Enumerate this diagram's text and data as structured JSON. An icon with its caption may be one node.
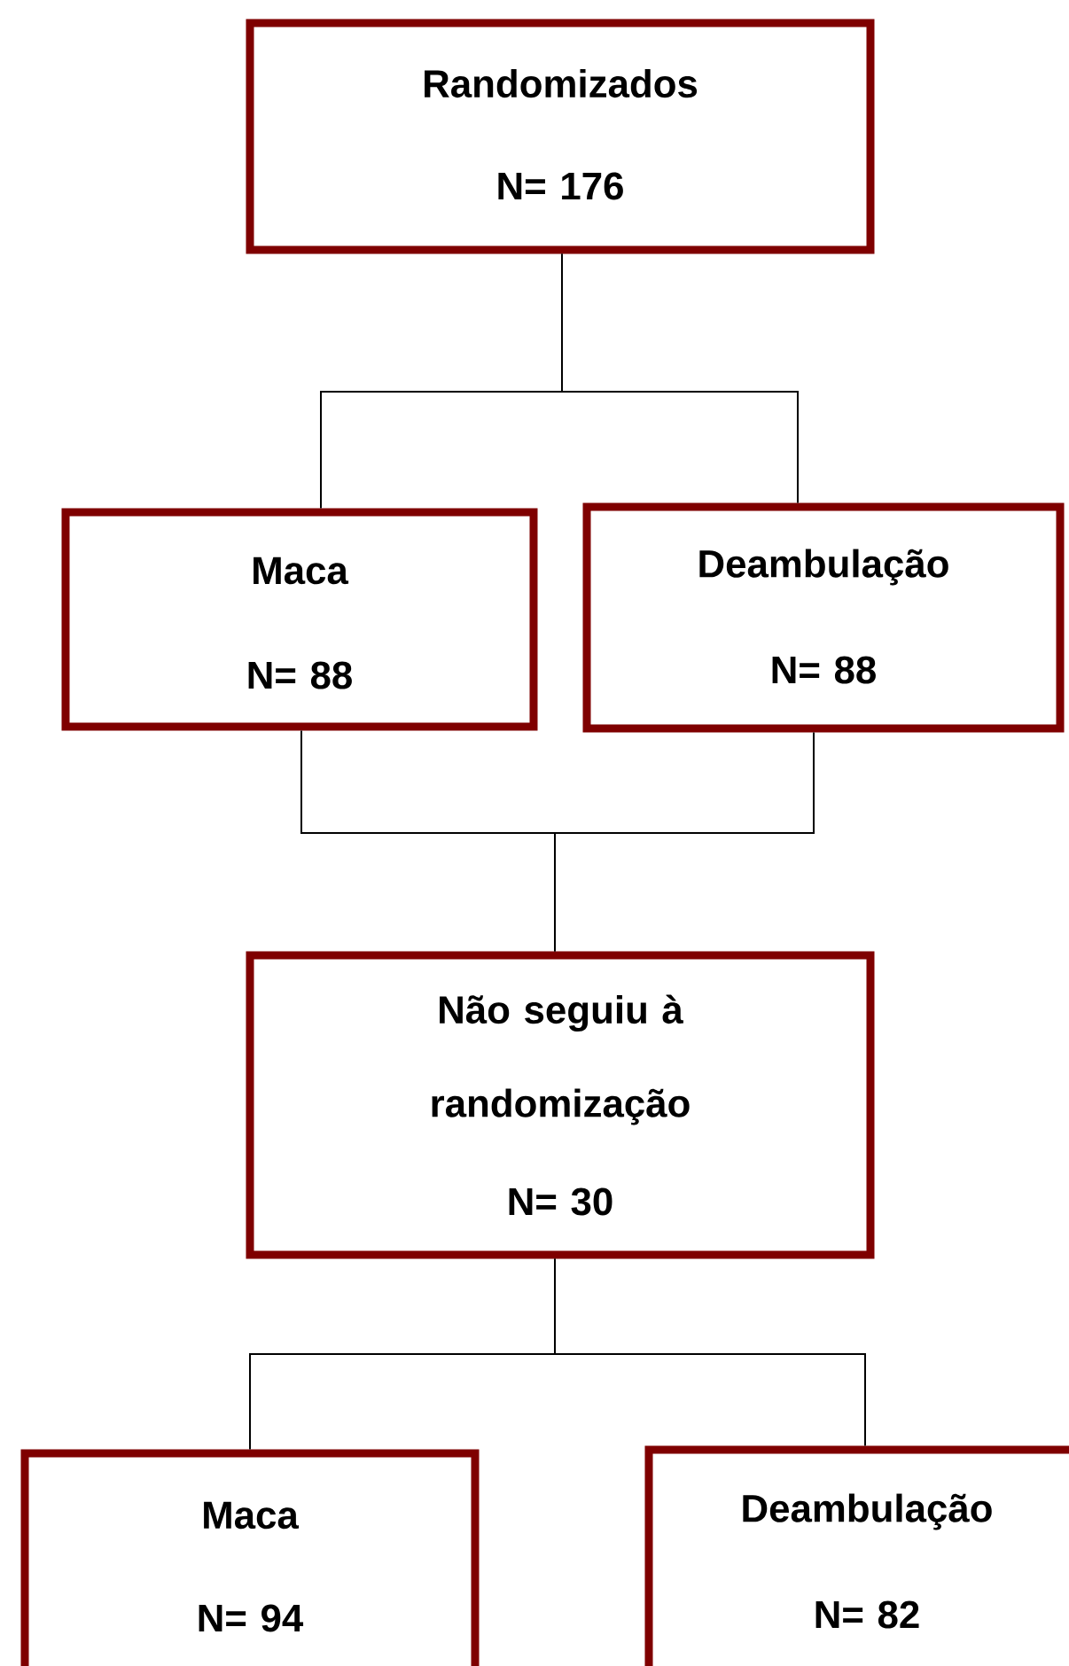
{
  "diagram": {
    "nodes": [
      {
        "text": [
          "Randomizados",
          "N= 176"
        ]
      },
      {
        "text": [
          "Maca",
          "N= 88"
        ]
      },
      {
        "text": [
          "Deambulação",
          "N= 88"
        ]
      },
      {
        "text": [
          "Não seguiu à randomização",
          "N= 30"
        ]
      },
      {
        "text": [
          "Maca",
          "N= 94"
        ]
      },
      {
        "text": [
          "Deambulação",
          "N= 82"
        ]
      }
    ],
    "edges": [
      {
        "from": 0,
        "to": 1,
        "arrow": "none"
      },
      {
        "from": 0,
        "to": 2,
        "arrow": "none"
      },
      {
        "from": 1,
        "to": 3,
        "arrow": "none"
      },
      {
        "from": 2,
        "to": 3,
        "arrow": "none"
      },
      {
        "from": 3,
        "to": 4,
        "arrow": "none"
      },
      {
        "from": 3,
        "to": 5,
        "arrow": "none"
      }
    ]
  }
}
